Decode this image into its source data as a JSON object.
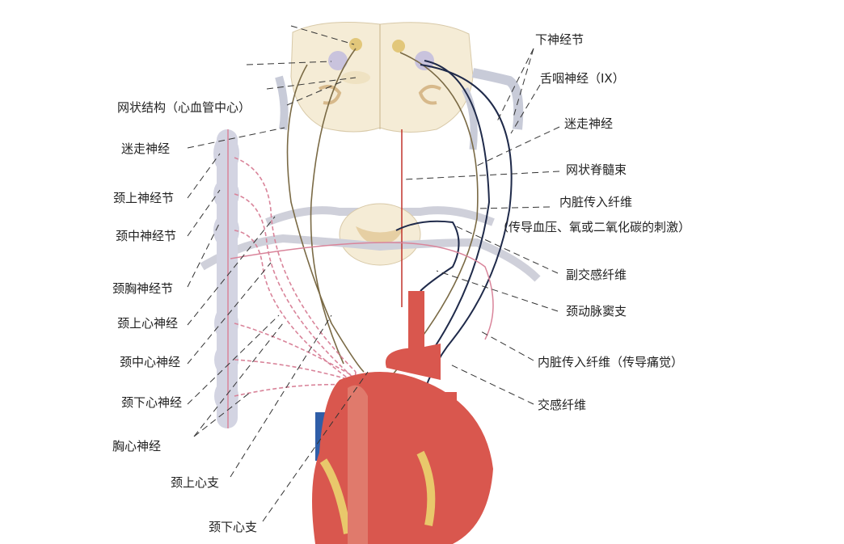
{
  "labels_left": {
    "reticular_formation": "网状结构（心血管中心）",
    "vagus_nerve": "迷走神经",
    "superior_cervical_ganglion": "颈上神经节",
    "middle_cervical_ganglion": "颈中神经节",
    "cervicothoracic_ganglion": "颈胸神经节",
    "superior_cervical_cardiac_nerve": "颈上心神经",
    "middle_cervical_cardiac_nerve": "颈中心神经",
    "inferior_cervical_cardiac_nerve": "颈下心神经",
    "thoracic_cardiac_nerve": "胸心神经",
    "superior_cervical_cardiac_branch": "颈上心支",
    "inferior_cervical_cardiac_branch": "颈下心支"
  },
  "labels_right": {
    "inferior_ganglion": "下神经节",
    "glossopharyngeal_nerve": "舌咽神经（IX）",
    "vagus_nerve": "迷走神经",
    "reticulospinal_tract": "网状脊髓束",
    "visceral_afferent": "内脏传入纤维",
    "visceral_afferent_note": "（传导血压、氧或二氧化碳的刺激）",
    "parasympathetic_fibers": "副交感纤维",
    "carotid_sinus_branch": "颈动脉窦支",
    "visceral_afferent_pain": "内脏传入纤维（传导痛觉）",
    "sympathetic_fibers": "交感纤维"
  },
  "colors": {
    "parasympathetic": "#1f2a4a",
    "sympathetic": "#d9849a",
    "reticular": "#7a6a45",
    "heart": "#d9574e",
    "tissue": "#f5ecd6"
  }
}
